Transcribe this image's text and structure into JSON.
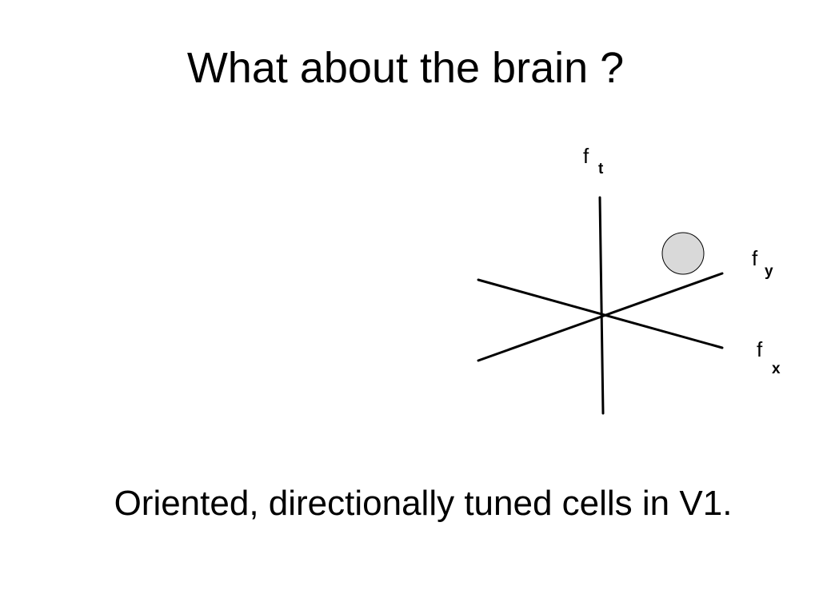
{
  "slide": {
    "title": "What about the brain ?",
    "caption": "Oriented, directionally tuned cells in V1."
  },
  "diagram": {
    "axes": [
      {
        "id": "ft",
        "base": "f",
        "subscript": "t"
      },
      {
        "id": "fy",
        "base": "f",
        "subscript": "y"
      },
      {
        "id": "fx",
        "base": "f",
        "subscript": "x"
      }
    ],
    "cell_marker_color": "#d9d9d9"
  }
}
